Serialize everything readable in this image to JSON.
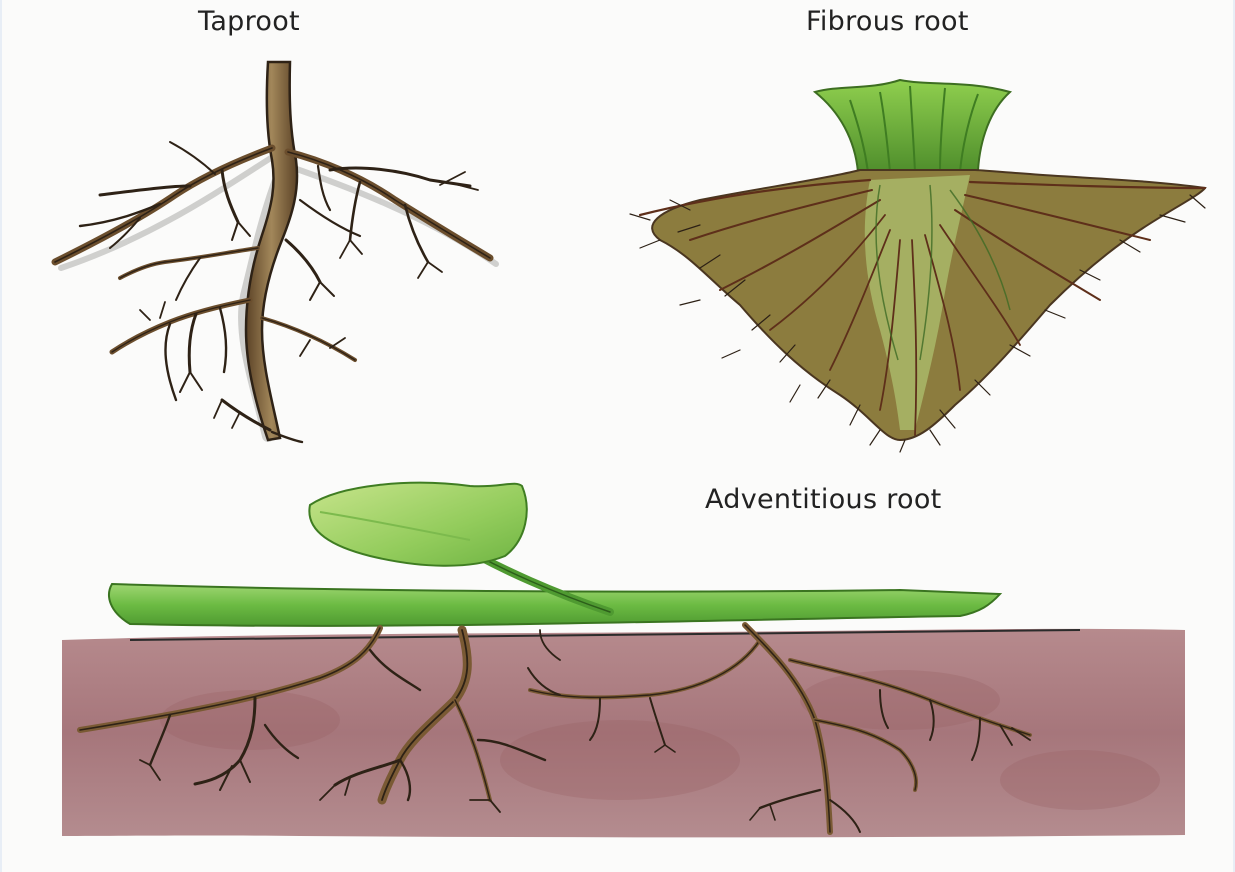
{
  "labels": {
    "taproot": "Taproot",
    "fibrous": "Fibrous root",
    "adventitious": "Adventitious root"
  },
  "colors": {
    "root_brown": "#7a5a34",
    "root_outline": "#2e2216",
    "stem_green": "#77c24c",
    "leaf_green": "#a9d86a",
    "soil": "#a9777c"
  }
}
